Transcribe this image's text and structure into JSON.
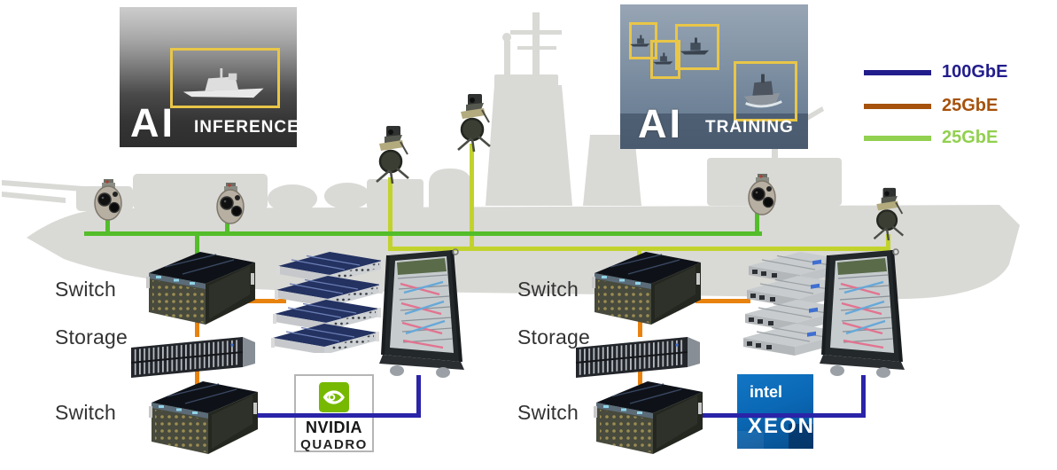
{
  "legend": {
    "items": [
      {
        "label": "100GbE",
        "color": "#221d8c"
      },
      {
        "label": "25GbE",
        "color": "#a6520c"
      },
      {
        "label": "25GbE",
        "color": "#92d050"
      }
    ]
  },
  "cards": {
    "inference": {
      "ai": "AI",
      "title": "INFERENCE"
    },
    "training": {
      "ai": "AI",
      "title": "TRAINING"
    }
  },
  "clusters": {
    "inference": {
      "top_switch_label": "Switch",
      "storage_label": "Storage",
      "bottom_switch_label": "Switch",
      "accelerator": {
        "brand": "NVIDIA",
        "product": "QUADRO"
      }
    },
    "training": {
      "top_switch_label": "Switch",
      "storage_label": "Storage",
      "bottom_switch_label": "Switch",
      "accelerator": {
        "brand": "intel",
        "product": "XEON"
      }
    }
  },
  "devices": {
    "switch_icon": "rugged-network-switch",
    "storage_icon": "storage-disk-array",
    "server_stack_icon": "rugged-server-stack",
    "rack_icon": "open-frame-server-rack",
    "gimbal_camera_icon": "eo-ir-gimbal-camera",
    "tripod_sensor_icon": "tripod-mounted-sensor",
    "ship_icon": "warship-silhouette"
  },
  "colors": {
    "navy": "#221d8c",
    "brown": "#a6520c",
    "lightgreen": "#92d050",
    "busgreen": "#53bd2a",
    "busyellow": "#c2d22d",
    "orange": "#e8820e",
    "blue": "#2a24a8",
    "shipgray": "#d9d9d6",
    "nvidiagreen": "#76b900",
    "intelblue": "#0a68b5",
    "labelcolor": "#333333",
    "bboxyellow": "#e9c648"
  }
}
